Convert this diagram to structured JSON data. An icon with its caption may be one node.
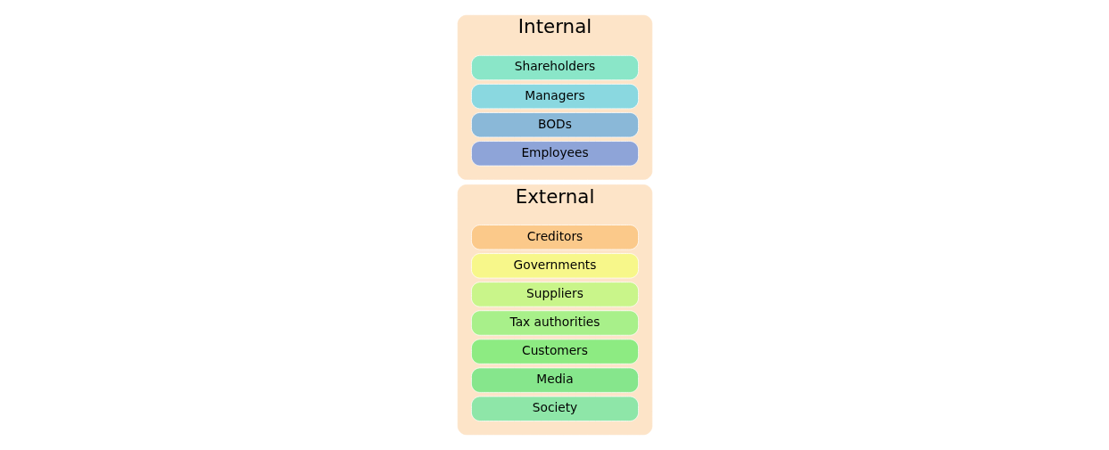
{
  "diagram": {
    "nodes": [
      {
        "text": [
          "External"
        ]
      },
      {
        "text": [
          "Creditors"
        ],
        "in": 0
      },
      {
        "text": [
          "Governments"
        ],
        "in": 0
      },
      {
        "text": [
          "Suppliers"
        ],
        "in": 0
      },
      {
        "text": [
          "Tax authorities"
        ],
        "in": 0
      },
      {
        "text": [
          "Customers"
        ],
        "in": 0
      },
      {
        "text": [
          "Media"
        ],
        "in": 0
      },
      {
        "text": [
          "Society"
        ],
        "in": 0
      },
      {
        "text": [
          "Internal"
        ]
      },
      {
        "text": [
          "Shareholders"
        ],
        "in": 8
      },
      {
        "text": [
          "Managers"
        ],
        "in": 8
      },
      {
        "text": [
          "BODs"
        ],
        "in": 8
      },
      {
        "text": [
          "Employees"
        ],
        "in": 8
      }
    ],
    "edges": []
  }
}
